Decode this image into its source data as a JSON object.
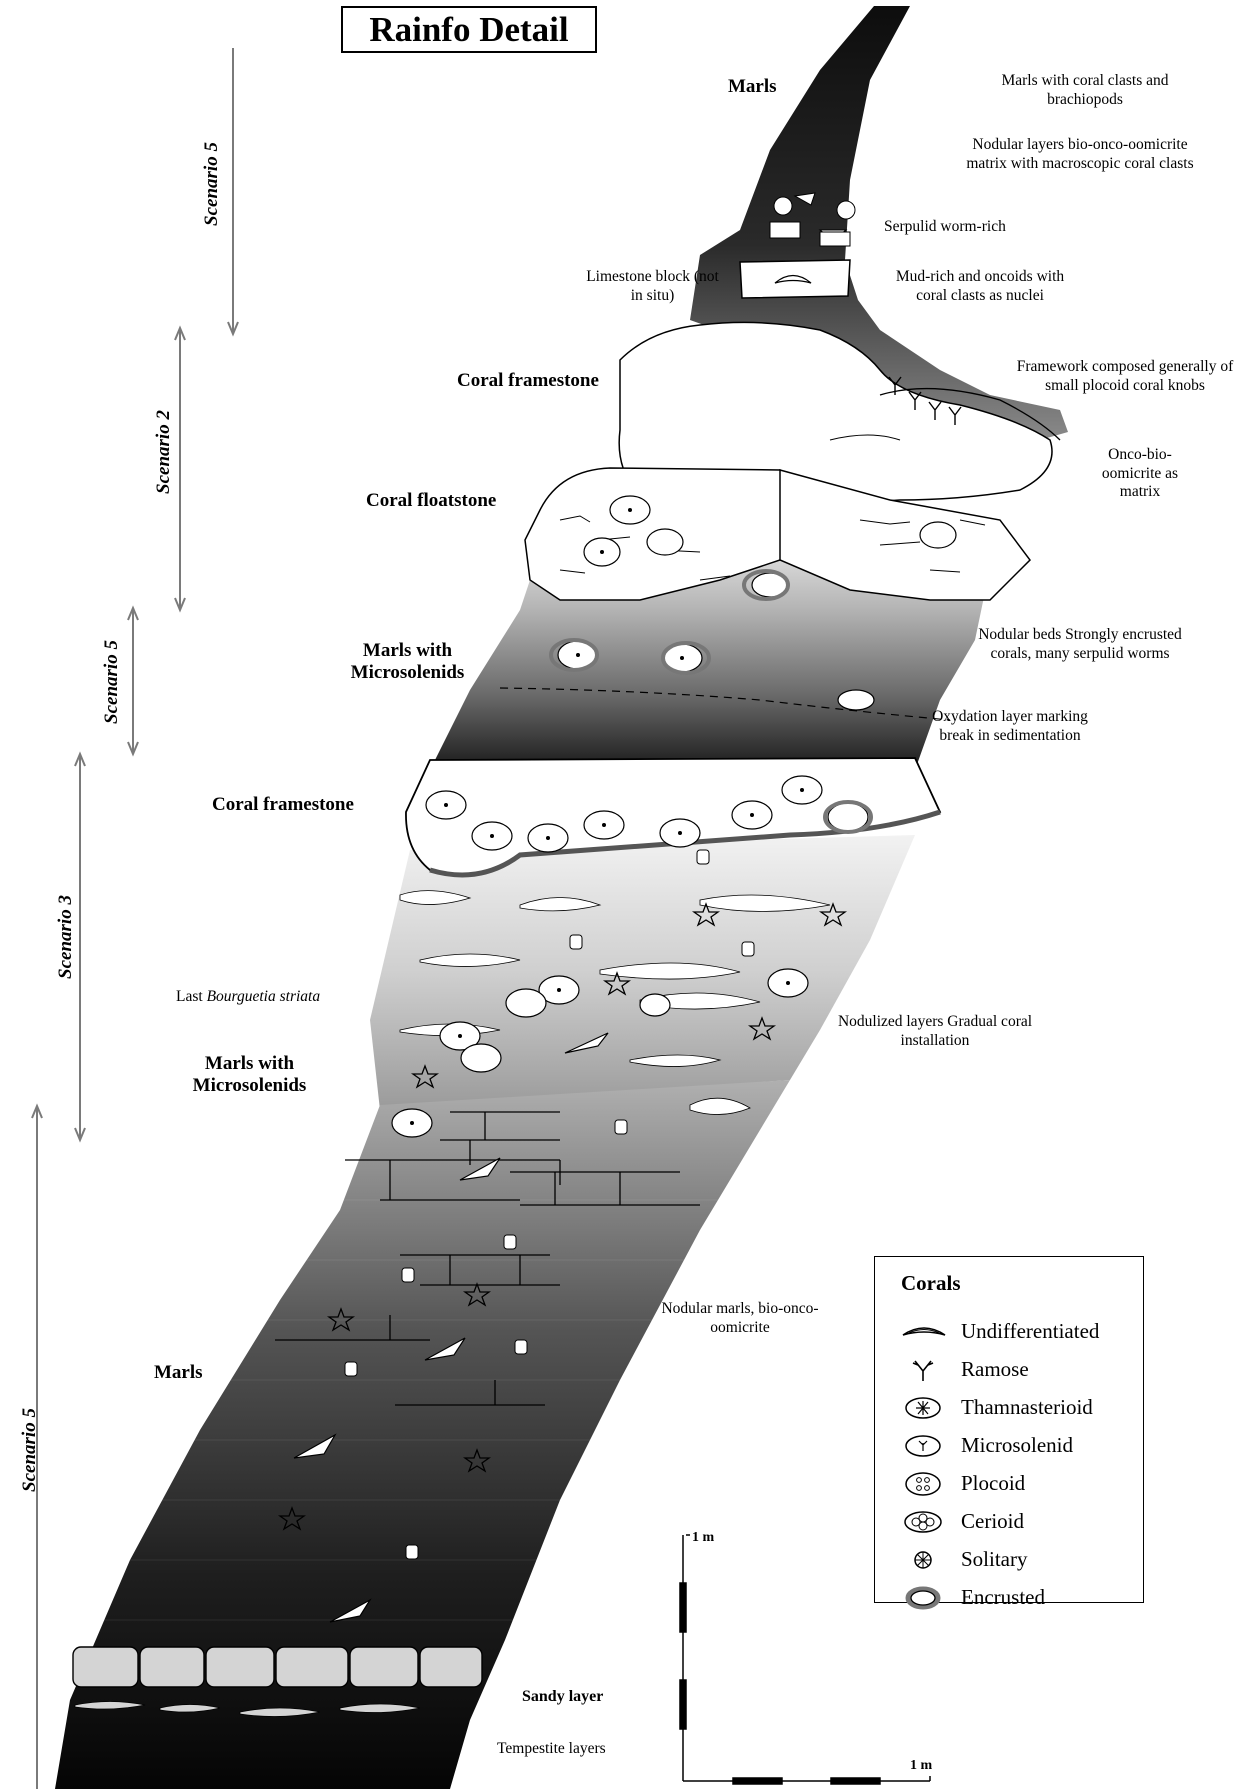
{
  "title": "Rainfo Detail",
  "scenarios": [
    "Scenario 5",
    "Scenario 2",
    "Scenario 5",
    "Scenario 3",
    "Scenario 5"
  ],
  "units": {
    "marls_top": "Marls",
    "coral_framestone_upper": "Coral framestone",
    "coral_floatstone": "Coral floatstone",
    "marls_microsolenids_upper": "Marls with Microsolenids",
    "coral_framestone_lower": "Coral framestone",
    "marls_microsolenids_lower": "Marls with Microsolenids",
    "marls_bottom": "Marls",
    "sandy_layer": "Sandy layer",
    "tempestite": "Tempestite layers"
  },
  "notes": {
    "marls_coral_clasts": "Marls with coral clasts and brachiopods",
    "nodular_layers": "Nodular layers bio-onco-oomicrite matrix with macroscopic coral clasts",
    "serpulid": "Serpulid worm-rich",
    "limestone_block": "Limestone block (not in situ)",
    "mud_rich": "Mud-rich and oncoids with coral clasts as nuclei",
    "framework": "Framework composed generally of small plocoid coral knobs",
    "onco_bio": "Onco-bio- oomicrite as matrix",
    "nodular_beds": "Nodular beds Strongly encrusted corals, many serpulid worms",
    "oxydation": "Oxydation layer marking break in sedimentation",
    "last_bourguetia_prefix": "Last ",
    "last_bourguetia_species": "Bourguetia striata",
    "nodulized": "Nodulized layers Gradual coral installation",
    "nodular_marls": "Nodular marls, bio-onco-oomicrite"
  },
  "legend": {
    "heading": "Corals",
    "items": [
      {
        "label": "Undifferentiated",
        "icon": "undifferentiated-coral-icon"
      },
      {
        "label": "Ramose",
        "icon": "ramose-coral-icon"
      },
      {
        "label": "Thamnasterioid",
        "icon": "thamnasterioid-coral-icon"
      },
      {
        "label": "Microsolenid",
        "icon": "microsolenid-coral-icon"
      },
      {
        "label": "Plocoid",
        "icon": "plocoid-coral-icon"
      },
      {
        "label": "Cerioid",
        "icon": "cerioid-coral-icon"
      },
      {
        "label": "Solitary",
        "icon": "solitary-coral-icon"
      },
      {
        "label": "Encrusted",
        "icon": "encrusted-coral-icon"
      }
    ]
  },
  "scale": {
    "vertical": "1 m",
    "horizontal": "1 m"
  }
}
